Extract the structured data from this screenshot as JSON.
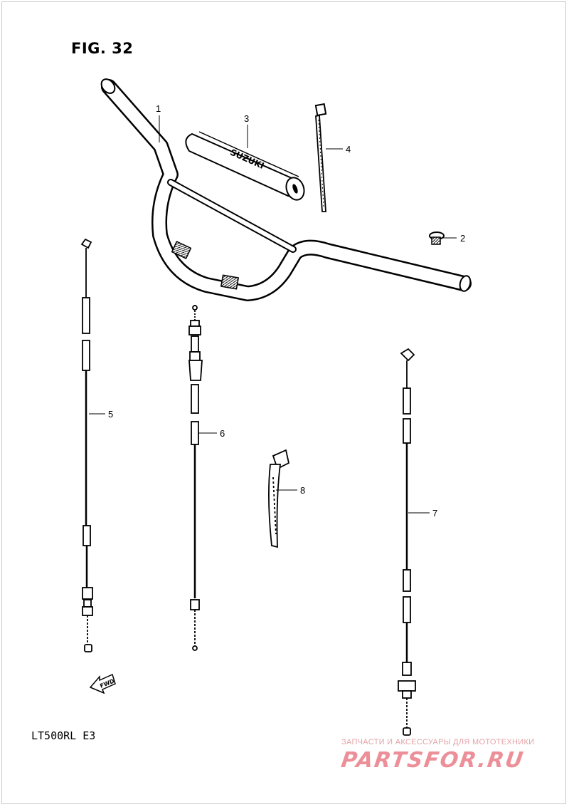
{
  "figure": {
    "title": "FIG. 32",
    "model": "LT500RL  E3"
  },
  "diagram": {
    "grip_text": "SUZUKI",
    "fwd_text": "FWD",
    "callouts": [
      {
        "id": "1",
        "label": "1"
      },
      {
        "id": "2",
        "label": "2"
      },
      {
        "id": "3",
        "label": "3"
      },
      {
        "id": "4",
        "label": "4"
      },
      {
        "id": "5",
        "label": "5"
      },
      {
        "id": "6",
        "label": "6"
      },
      {
        "id": "7",
        "label": "7"
      },
      {
        "id": "8",
        "label": "8"
      }
    ]
  },
  "watermark": {
    "line": "ЗАПЧАСТИ И АКСЕССУАРЫ ДЛЯ МОТОТЕХНИКИ",
    "brand": "PARTSFOR.RU"
  }
}
